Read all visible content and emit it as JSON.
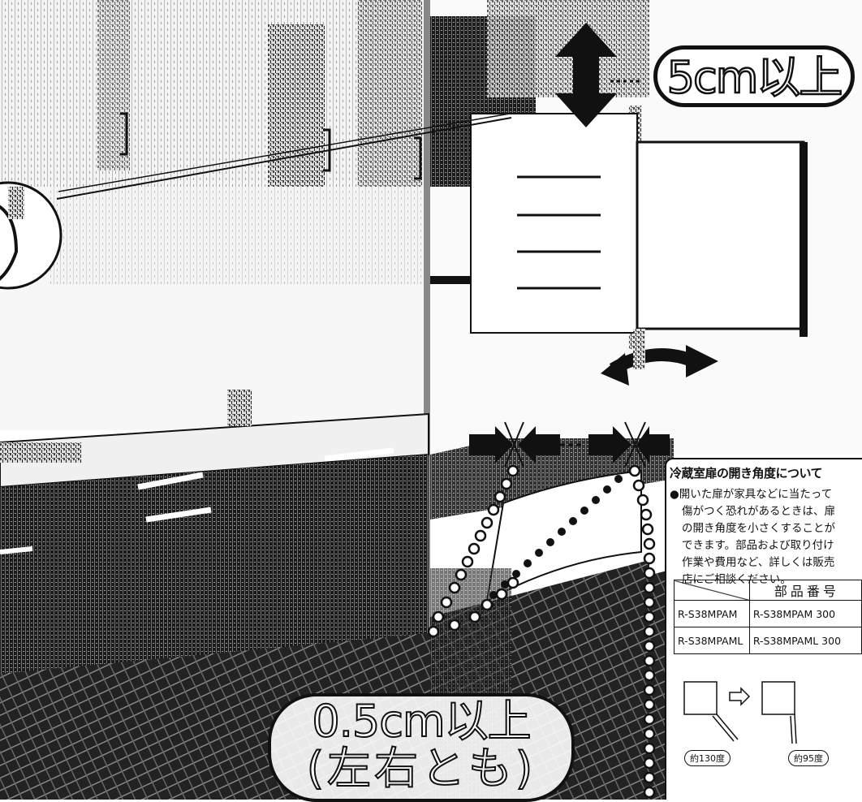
{
  "top_clearance_label": "5cm以上",
  "side_clearance_label_line1": "0.5cm以上",
  "side_clearance_label_line2": "(左右とも)",
  "note": {
    "title": "冷蔵室扉の開き角度について",
    "bullet_lines": [
      "●開いた扉が家具などに当たって",
      "傷がつく恐れがあるときは、扉",
      "の開き角度を小さくすることが",
      "できます。部品および取り付け",
      "作業や費用など、詳しくは販売",
      "店にご相談ください。"
    ],
    "table": {
      "header": "部品番号",
      "rows": [
        {
          "model": "R-S38MPAM",
          "part": "R-S38MPAM 300"
        },
        {
          "model": "R-S38MPAML",
          "part": "R-S38MPAML 300"
        }
      ]
    },
    "angle_before": "約130度",
    "angle_after": "約95度"
  }
}
